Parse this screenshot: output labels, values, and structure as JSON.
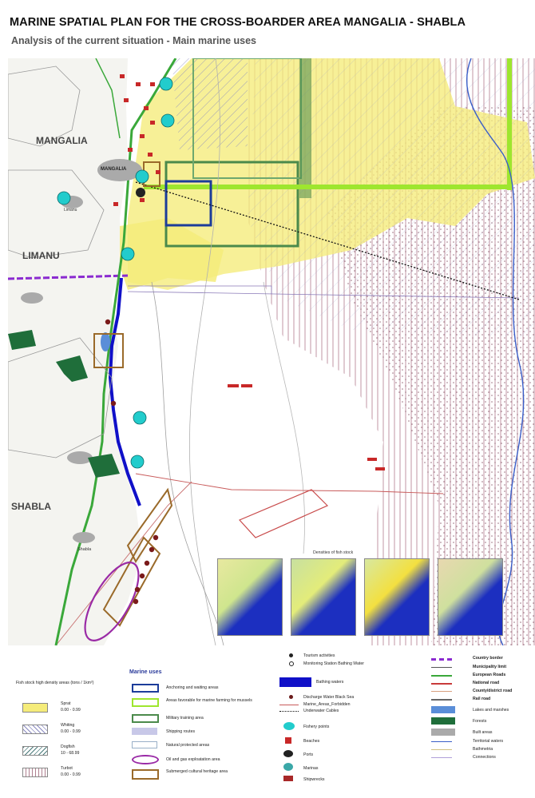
{
  "header": {
    "title": "MARINE SPATIAL PLAN FOR THE CROSS-BOARDER AREA MANGALIA - SHABLA",
    "subtitle": "Analysis of the current situation - Main marine uses"
  },
  "map": {
    "place_labels": {
      "mangalia_region": "MANGALIA",
      "mangalia_town": "MANGALIA",
      "limanu_region": "LIMANU",
      "limanu_town": "Limanu",
      "shabla_region": "SHABLA",
      "shabla_town": "Shabla"
    },
    "inset": {
      "title": "Densities of fish stock"
    },
    "colors": {
      "sprat": "#f5ec7a",
      "coast_green": "#3aa83a",
      "military": "#4b8a4b",
      "anchoring": "#1c3c9a",
      "marine_farming": "#9ee62e",
      "bathing": "#1010c8",
      "fishery": "#22cccc",
      "oil_gas": "#9a2aa6",
      "heritage": "#9a6a2a",
      "turbot": "#b08090"
    }
  },
  "legend": {
    "fish": {
      "title": "Fish stock high density areas (tons / 1km²)",
      "items": [
        {
          "name": "Sprat",
          "range": "0.00 - 0.99"
        },
        {
          "name": "Whiting",
          "range": "0.00 - 0.99"
        },
        {
          "name": "Dogfish",
          "range": "10 - 68.99"
        },
        {
          "name": "Turbot",
          "range": "0.00 - 0.99"
        }
      ]
    },
    "marine_uses": {
      "title": "Marine uses",
      "items": [
        "Anchoring and waiting areas",
        "Areas favorable for marine farming for mussels",
        "Military training area",
        "Shipping routes",
        "Natural protected areas",
        "Oil and gas exploatation area",
        "Submerged cultural heritage area"
      ]
    },
    "points": {
      "items": [
        "Tourism activities",
        "Monitoring Station Bathing Water",
        "Bathing waters",
        "Discharge Water Black Sea",
        "Marine_Areas_Forbidden",
        "Underwater Cables",
        "Fishery points",
        "Beaches",
        "Ports",
        "Marinas",
        "Shipwrecks"
      ]
    },
    "admin": {
      "items": [
        "Country border",
        "Municipality limit",
        "European Roads",
        "National road",
        "County/district road",
        "Rail road",
        "Lakes and marshes",
        "Forests",
        "Built areas",
        "Territorial waters",
        "Bathmetria",
        "Connections"
      ]
    }
  }
}
